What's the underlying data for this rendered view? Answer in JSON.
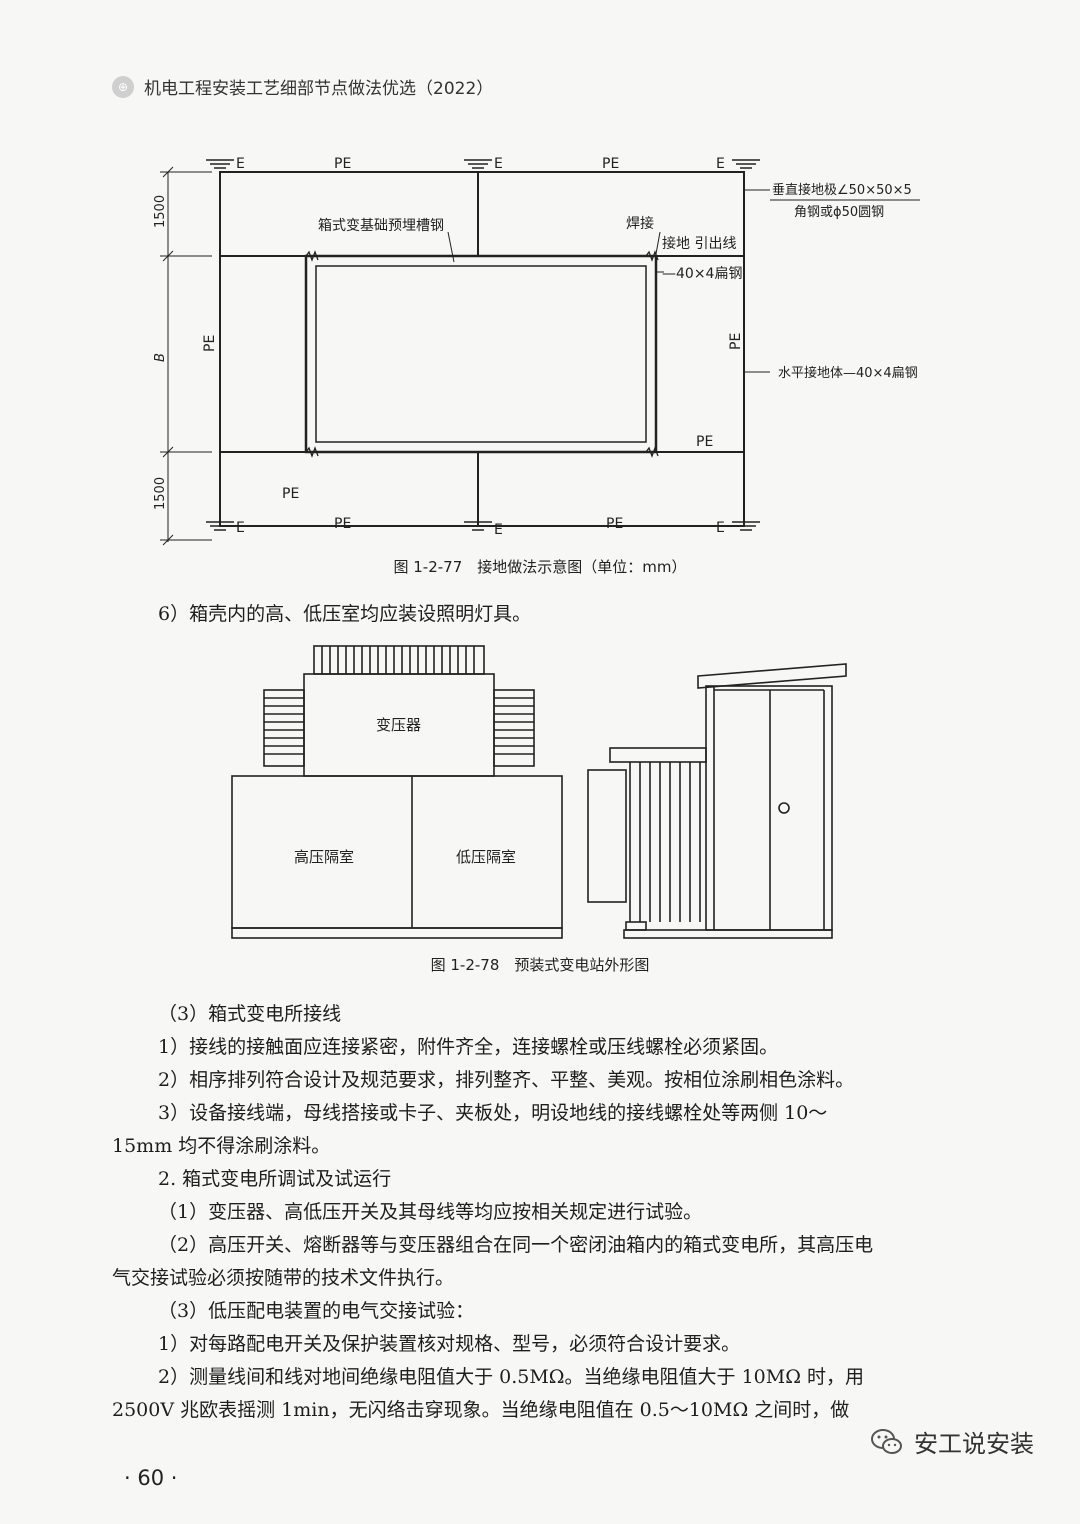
{
  "header": {
    "title": "机电工程安装工艺细部节点做法优选（2022）"
  },
  "figure77": {
    "labels": {
      "e": "E",
      "pe": "PE",
      "dim_1500": "1500",
      "dim_b": "B",
      "foundation": "箱式变基础预埋槽钢",
      "weld": "焊接",
      "ground_lead": "接地 引出线",
      "flat_steel": "—40×4扁钢",
      "vertical_rod_1": "垂直接地极∠50×50×5",
      "vertical_rod_2": "角钢或ϕ50圆钢",
      "horizontal": "水平接地体—40×4扁钢"
    },
    "caption": "图 1-2-77　接地做法示意图（单位：mm）"
  },
  "para_6": "6）箱壳内的高、低压室均应装设照明灯具。",
  "figure78": {
    "labels": {
      "transformer": "变压器",
      "hv_room": "高压隔室",
      "lv_room": "低压隔室"
    },
    "caption": "图 1-2-78　预装式变电站外形图"
  },
  "paragraphs": [
    "（3）箱式变电所接线",
    "1）接线的接触面应连接紧密，附件齐全，连接螺栓或压线螺栓必须紧固。",
    "2）相序排列符合设计及规范要求，排列整齐、平整、美观。按相位涂刷相色涂料。",
    "3）设备接线端，母线搭接或卡子、夹板处，明设地线的接线螺栓处等两侧 10～",
    "15mm 均不得涂刷涂料。",
    "2. 箱式变电所调试及试运行",
    "（1）变压器、高低压开关及其母线等均应按相关规定进行试验。",
    "（2）高压开关、熔断器等与变压器组合在同一个密闭油箱内的箱式变电所，其高压电",
    "气交接试验必须按随带的技术文件执行。",
    "（3）低压配电装置的电气交接试验：",
    "1）对每路配电开关及保护装置核对规格、型号，必须符合设计要求。",
    "2）测量线间和线对地间绝缘电阻值大于 0.5MΩ。当绝缘电阻值大于 10MΩ 时，用",
    "2500V 兆欧表摇测 1min，无闪络击穿现象。当绝缘电阻值在 0.5～10MΩ 之间时，做"
  ],
  "page_number": "· 60 ·",
  "watermark": "安工说安装"
}
